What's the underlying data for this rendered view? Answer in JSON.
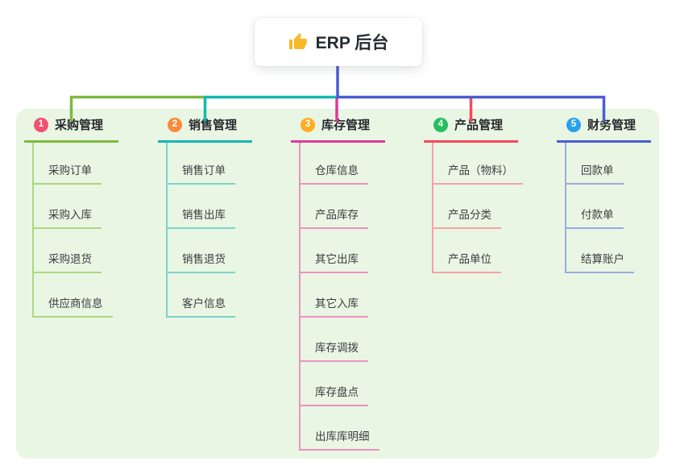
{
  "root": {
    "label": "ERP 后台",
    "icon": "thumbs-up-icon",
    "icon_color": "#F7B928"
  },
  "panel": {
    "background": "#E9F6E3"
  },
  "connector": {
    "root_color": "#4A5ED3"
  },
  "branches": [
    {
      "badge": "1",
      "label": "采购管理",
      "badge_color": "#F25071",
      "line_color": "#7CBA3F",
      "child_line_color": "#ABD87F",
      "children": [
        "采购订单",
        "采购入库",
        "采购退货",
        "供应商信息"
      ]
    },
    {
      "badge": "2",
      "label": "销售管理",
      "badge_color": "#FB8A3B",
      "line_color": "#14B8B0",
      "child_line_color": "#7DD2C9",
      "children": [
        "销售订单",
        "销售出库",
        "销售退货",
        "客户信息"
      ]
    },
    {
      "badge": "3",
      "label": "库存管理",
      "badge_color": "#FFAD26",
      "line_color": "#E03A9C",
      "child_line_color": "#F090C2",
      "children": [
        "仓库信息",
        "产品库存",
        "其它出库",
        "其它入库",
        "库存调拨",
        "库存盘点",
        "出库库明细"
      ]
    },
    {
      "badge": "4",
      "label": "产品管理",
      "badge_color": "#28BE60",
      "line_color": "#F4495C",
      "child_line_color": "#F8A0A8",
      "children": [
        "产品（物料）",
        "产品分类",
        "产品单位"
      ]
    },
    {
      "badge": "5",
      "label": "财务管理",
      "badge_color": "#2BA2E8",
      "line_color": "#4A5ED3",
      "child_line_color": "#9AABE2",
      "children": [
        "回款单",
        "付款单",
        "结算账户"
      ]
    }
  ]
}
